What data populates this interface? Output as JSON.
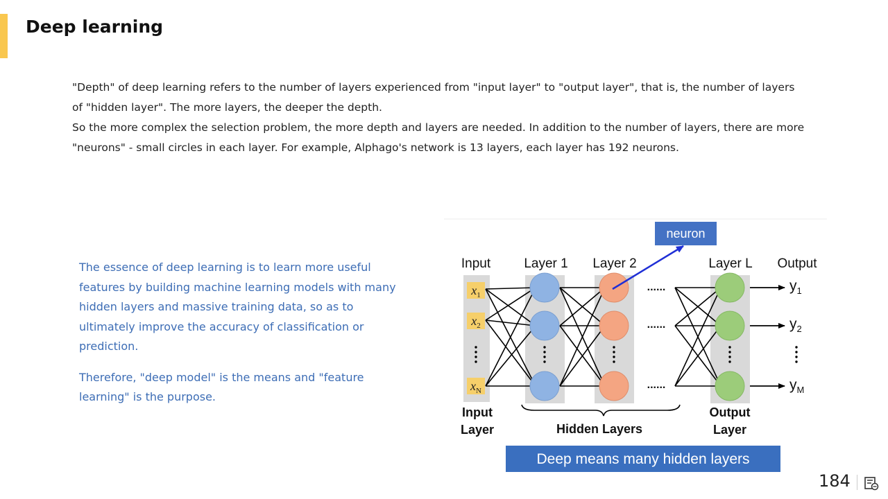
{
  "slide": {
    "title": "Deep learning",
    "page_number": "184"
  },
  "intro": {
    "paragraph1": "\"Depth\" of deep learning refers to the number of layers experienced from \"input layer\" to \"output layer\", that is, the number of layers of \"hidden layer\". The more layers, the deeper the depth.",
    "paragraph2": "So the more complex the selection problem, the more depth and layers are needed. In addition to the number of layers, there are more \"neurons\" - small circles in each layer. For example, Alphago's network is 13 layers, each layer has 192 neurons."
  },
  "side_text": {
    "paragraph1": "The essence of deep learning is to learn more useful features by building machine learning models with many hidden layers and massive training data, so as to ultimately improve the accuracy of classification or prediction.",
    "paragraph2": "Therefore, \"deep model\" is the means and \"feature learning\" is the purpose."
  },
  "figure": {
    "neuron_label": "neuron",
    "column_headers": {
      "input": "Input",
      "layer1": "Layer 1",
      "layer2": "Layer 2",
      "layerL": "Layer L",
      "output": "Output"
    },
    "inputs": {
      "x1_base": "x",
      "x1_sub": "1",
      "x2_base": "x",
      "x2_sub": "2",
      "xN_base": "x",
      "xN_sub": "N"
    },
    "outputs": {
      "y1_base": "y",
      "y1_sub": "1",
      "y2_base": "y",
      "y2_sub": "2",
      "yM_base": "y",
      "yM_sub": "M"
    },
    "ellipsis": "......",
    "bottom_labels": {
      "input_line1": "Input",
      "input_line2": "Layer",
      "hidden": "Hidden Layers",
      "output_line1": "Output",
      "output_line2": "Layer"
    },
    "banner": "Deep means many hidden layers",
    "colors": {
      "layer1_neuron": "#8fb3e3",
      "layer2_neuron": "#f4a582",
      "layerL_neuron": "#9ccc7a",
      "input_box": "#f6cf6a",
      "label_blue": "#3a6fbf",
      "arrow_blue": "#1f2fd6"
    }
  },
  "icons": {
    "slide_note": "slide-note-icon"
  }
}
